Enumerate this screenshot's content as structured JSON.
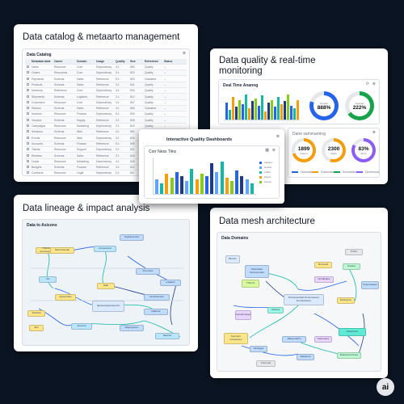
{
  "catalog": {
    "title": "Data catalog & metaarto management",
    "panel_title": "Data Catalog",
    "columns": [
      "Metadata table",
      "Owner",
      "Domain",
      "Usage",
      "Quality",
      "Size",
      "Refreshed",
      "Status"
    ],
    "rows": [
      [
        "Users",
        "Resource",
        "Core",
        "Dependency",
        "4:1",
        "854",
        "Quality"
      ],
      [
        "Orders",
        "Resources",
        "Core",
        "Dependency",
        "3:1",
        "820",
        "Quality"
      ],
      [
        "Payments",
        "Schema",
        "Sales",
        "Reference",
        "5:1",
        "803",
        "Outdated"
      ],
      [
        "Products",
        "Schema",
        "Sales",
        "Reference",
        "3:1",
        "841",
        "Quality"
      ],
      [
        "Inventory",
        "Reference",
        "Core",
        "Dependency",
        "4:1",
        "834",
        "Quality"
      ],
      [
        "Shipments",
        "Schema",
        "Logistics",
        "Reference",
        "2:1",
        "812",
        "Quality"
      ],
      [
        "Customers",
        "Resource",
        "Core",
        "Dependency",
        "3:1",
        "847",
        "Quality"
      ],
      [
        "Returns",
        "Schema",
        "Sales",
        "Reference",
        "4:1",
        "806",
        "Outdated"
      ],
      [
        "Invoices",
        "Resource",
        "Finance",
        "Dependency",
        "5:1",
        "839",
        "Quality"
      ],
      [
        "Vendors",
        "Schema",
        "Supply",
        "Reference",
        "3:1",
        "828",
        "Quality"
      ],
      [
        "Campaigns",
        "Resource",
        "Marketing",
        "Dependency",
        "2:1",
        "815",
        "Quality"
      ],
      [
        "Sessions",
        "Schema",
        "Web",
        "Reference",
        "4:1",
        "852",
        "Quality"
      ],
      [
        "Events",
        "Resource",
        "Web",
        "Dependency",
        "3:1",
        "826",
        "Quality"
      ],
      [
        "Accounts",
        "Schema",
        "Finance",
        "Reference",
        "5:1",
        "809",
        "Quality"
      ],
      [
        "Tickets",
        "Resource",
        "Support",
        "Dependency",
        "3:1",
        "831",
        "Quality"
      ],
      [
        "Reviews",
        "Schema",
        "Sales",
        "Reference",
        "2:1",
        "818",
        "Quality"
      ],
      [
        "Leads",
        "Resource",
        "Marketing",
        "Dependency",
        "4:1",
        "845",
        "Quality"
      ],
      [
        "Budgets",
        "Schema",
        "Finance",
        "Reference",
        "3:1",
        "822",
        "Quality"
      ],
      [
        "Contracts",
        "Resource",
        "Legal",
        "Dependency",
        "2:1",
        "811",
        "Quality"
      ]
    ]
  },
  "quality": {
    "title": "Data quality & real-time monitoring",
    "panel1_title": "Deal Time Ananng",
    "panel2_title": "Dane sammarning",
    "gauges": [
      {
        "value": "888%",
        "label": "Enrollm",
        "color": "#2563eb",
        "fill": 0.8
      },
      {
        "value": "222%",
        "label": "Opevels",
        "color": "#16a34a",
        "fill": 0.65
      },
      {
        "value": "1899",
        "label": "Onerm",
        "color": "#f59e0b",
        "fill": 0.7
      },
      {
        "value": "2300",
        "label": "Oasis",
        "color": "#f59e0b",
        "fill": 0.55
      },
      {
        "value": "83%",
        "label": "Arms",
        "color": "#8b5cf6",
        "fill": 0.83
      }
    ],
    "legend": [
      "Ownedse",
      "Evalonnes",
      "Eonessdes",
      "Duertnsons"
    ]
  },
  "popup": {
    "title": "Interactive Quality Dashboards",
    "subtitle": "Corr Ness Tiinz",
    "legend": [
      "Sanbed",
      "Ouiand",
      "Auiilar",
      "Datom",
      "Hertion"
    ]
  },
  "lineage": {
    "title": "Data lineage & impact analysis",
    "panel_title": "Data to Asisons",
    "nodes": [
      "Traibon tomnorance",
      "Ilsarnanamde",
      "Anroessons",
      "Suprancemnt",
      "Pnmnstre",
      "Edle",
      "Uni",
      "Agrecuntan",
      "Ilgneoamgunoamoirs",
      "Hentinitmenti",
      "Scoteria",
      "Nalenne",
      "Sionmre",
      "Wayngrsoon",
      "Naninte",
      "Shs",
      "Lniaacnt"
    ]
  },
  "mesh": {
    "title": "Data mesh architecture",
    "panel_title": "Data Domains",
    "nodes": [
      "Btmnts",
      "Dara Data Sonmennatnt",
      "Drunnals",
      "Arindleates",
      "Smarre",
      "Prnbe",
      "Uniumnaoanr",
      "Rrrrioinenhatri Doninnsorent Domainsorns",
      "Thenns",
      "Ooneltrmanter",
      "Fennnrpr Grmatnnee",
      "Ranirgrnor",
      "Oiatnss",
      "Stnlnigue",
      "Rllstenndbrn",
      "Oaorrdurm",
      "Cnnmrne",
      "Dastenne",
      "Dassicnnmmnes",
      "Cariunetes"
    ]
  },
  "watermark": "ai"
}
